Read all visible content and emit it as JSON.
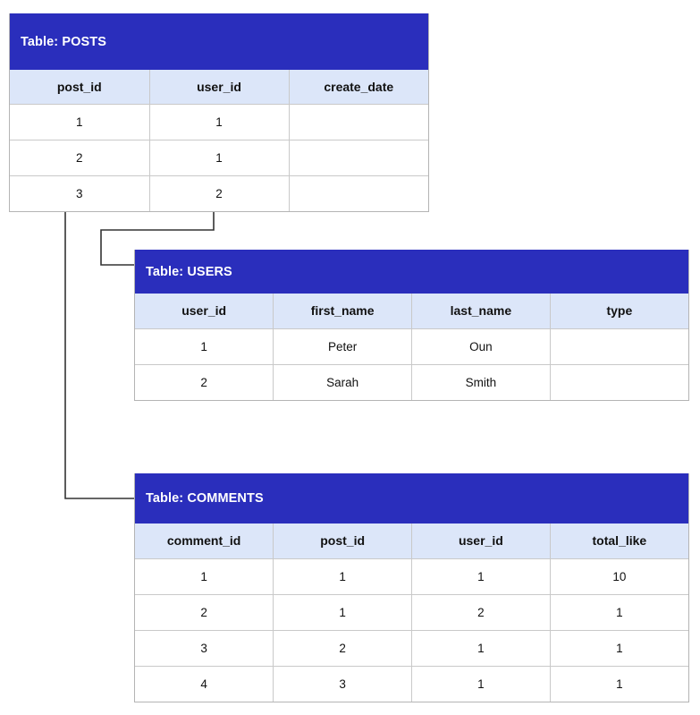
{
  "colors": {
    "title_bar": "#2a2ebc",
    "column_header": "#dce6f9",
    "cell_background": "#ffffff",
    "grid_line": "#c9c9c9",
    "connector_line": "#333333",
    "title_text": "#ffffff"
  },
  "tables": [
    {
      "id": "posts",
      "title": "Table: POSTS",
      "name": "POSTS",
      "columns": [
        "post_id",
        "user_id",
        "create_date"
      ],
      "rows": [
        [
          "1",
          "1",
          ""
        ],
        [
          "2",
          "1",
          ""
        ],
        [
          "3",
          "2",
          ""
        ]
      ]
    },
    {
      "id": "users",
      "title": "Table: USERS",
      "name": "USERS",
      "columns": [
        "user_id",
        "first_name",
        "last_name",
        "type"
      ],
      "rows": [
        [
          "1",
          "Peter",
          "Oun",
          ""
        ],
        [
          "2",
          "Sarah",
          "Smith",
          ""
        ]
      ]
    },
    {
      "id": "comments",
      "title": "Table: COMMENTS",
      "name": "COMMENTS",
      "columns": [
        "comment_id",
        "post_id",
        "user_id",
        "total_like"
      ],
      "rows": [
        [
          "1",
          "1",
          "1",
          "10"
        ],
        [
          "2",
          "1",
          "2",
          "1"
        ],
        [
          "3",
          "2",
          "1",
          "1"
        ],
        [
          "4",
          "3",
          "1",
          "1"
        ]
      ]
    }
  ],
  "relationships": [
    {
      "id": "posts-userid-to-users",
      "from_table": "POSTS",
      "from_column": "user_id",
      "to_table": "USERS",
      "label": ""
    },
    {
      "id": "posts-postid-to-comments",
      "from_table": "POSTS",
      "from_column": "post_id",
      "to_table": "COMMENTS",
      "label": ""
    }
  ]
}
